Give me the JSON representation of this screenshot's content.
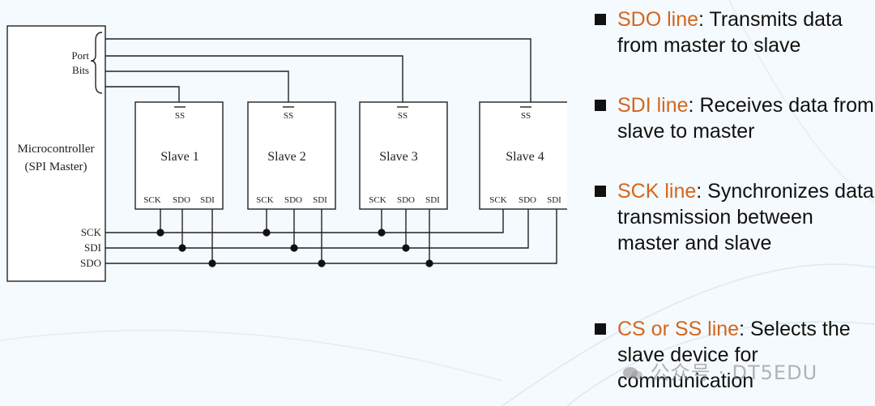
{
  "diagram": {
    "master": {
      "line1": "Microcontroller",
      "line2": "(SPI Master)"
    },
    "port_label": {
      "line1": "Port",
      "line2": "Bits"
    },
    "master_pins": [
      "SCK",
      "SDI",
      "SDO"
    ],
    "slaves": [
      {
        "name": "Slave 1",
        "ss": "SS",
        "pins": [
          "SCK",
          "SDO",
          "SDI"
        ]
      },
      {
        "name": "Slave 2",
        "ss": "SS",
        "pins": [
          "SCK",
          "SDO",
          "SDI"
        ]
      },
      {
        "name": "Slave 3",
        "ss": "SS",
        "pins": [
          "SCK",
          "SDO",
          "SDI"
        ]
      },
      {
        "name": "Slave 4",
        "ss": "SS",
        "pins": [
          "SCK",
          "SDO",
          "SDI"
        ]
      }
    ]
  },
  "bullets": [
    {
      "highlight": "SDO line",
      "text": ": Transmits data from master to slave"
    },
    {
      "highlight": "SDI line",
      "text": ": Receives data from slave to master"
    },
    {
      "highlight": "SCK line",
      "text": ": Synchronizes data transmission between master and slave"
    },
    {
      "highlight": "CS or SS line",
      "text": ": Selects the slave device for communication"
    }
  ],
  "watermark": "公众号 · DT5EDU",
  "colors": {
    "highlight": "#d4661e",
    "background": "#f4fafd",
    "line": "#222222"
  }
}
